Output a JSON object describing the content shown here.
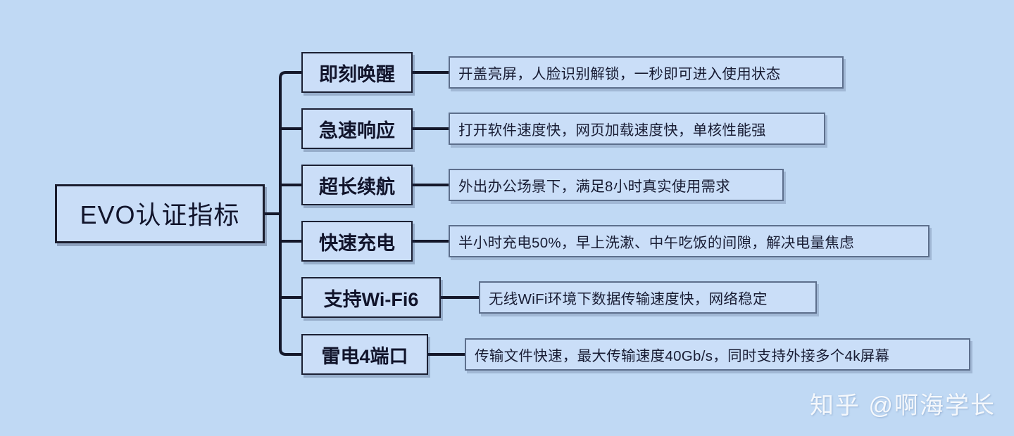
{
  "diagram": {
    "type": "mindmap",
    "background_color": "#c0d9f4",
    "root": {
      "label": "EVO认证指标"
    },
    "branches": [
      {
        "label": "即刻唤醒",
        "description": "开盖亮屏，人脸识别解锁，一秒即可进入使用状态"
      },
      {
        "label": "急速响应",
        "description": "打开软件速度快，网页加载速度快，单核性能强"
      },
      {
        "label": "超长续航",
        "description": "外出办公场景下，满足8小时真实使用需求"
      },
      {
        "label": "快速充电",
        "description": "半小时充电50%，早上洗漱、中午吃饭的间隙，解决电量焦虑"
      },
      {
        "label": "支持Wi-Fi6",
        "description": "无线WiFi环境下数据传输速度快，网络稳定"
      },
      {
        "label": "雷电4端口",
        "description": "传输文件快速，最大传输速度40Gb/s，同时支持外接多个4k屏幕"
      }
    ]
  },
  "watermark": {
    "text": "知乎 @啊海学长"
  },
  "colors": {
    "background": "#c0d9f4",
    "box_fill": "#cadef8",
    "node_border": "#1b2034",
    "desc_border": "#5d6f8c",
    "text": "#11142b",
    "watermark": "#ffffff"
  }
}
